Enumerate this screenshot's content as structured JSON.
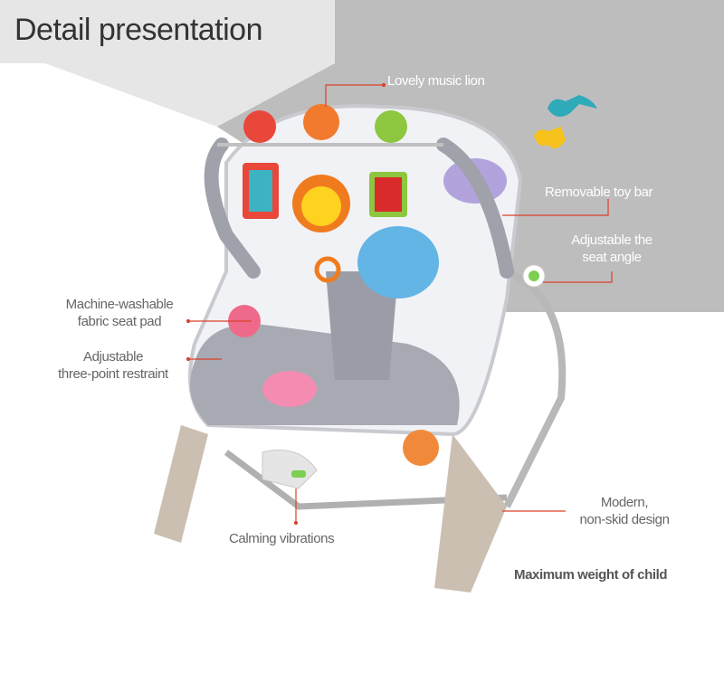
{
  "title": "Detail presentation",
  "callouts": {
    "music_lion": "Lovely music lion",
    "toy_bar": "Removable toy bar",
    "seat_angle": [
      "Adjustable the",
      "seat angle"
    ],
    "seat_pad": [
      "Machine-washable",
      "fabric seat pad"
    ],
    "restraint": [
      "Adjustable",
      "three-point restraint"
    ],
    "vibrations": "Calming vibrations",
    "non_skid": [
      "Modern,",
      "non-skid design"
    ],
    "max_weight": "Maximum weight of child"
  },
  "colors": {
    "leader_line": "#d9412b",
    "panel_light": "#e6e6e6",
    "panel_dark": "#bdbdbd"
  }
}
